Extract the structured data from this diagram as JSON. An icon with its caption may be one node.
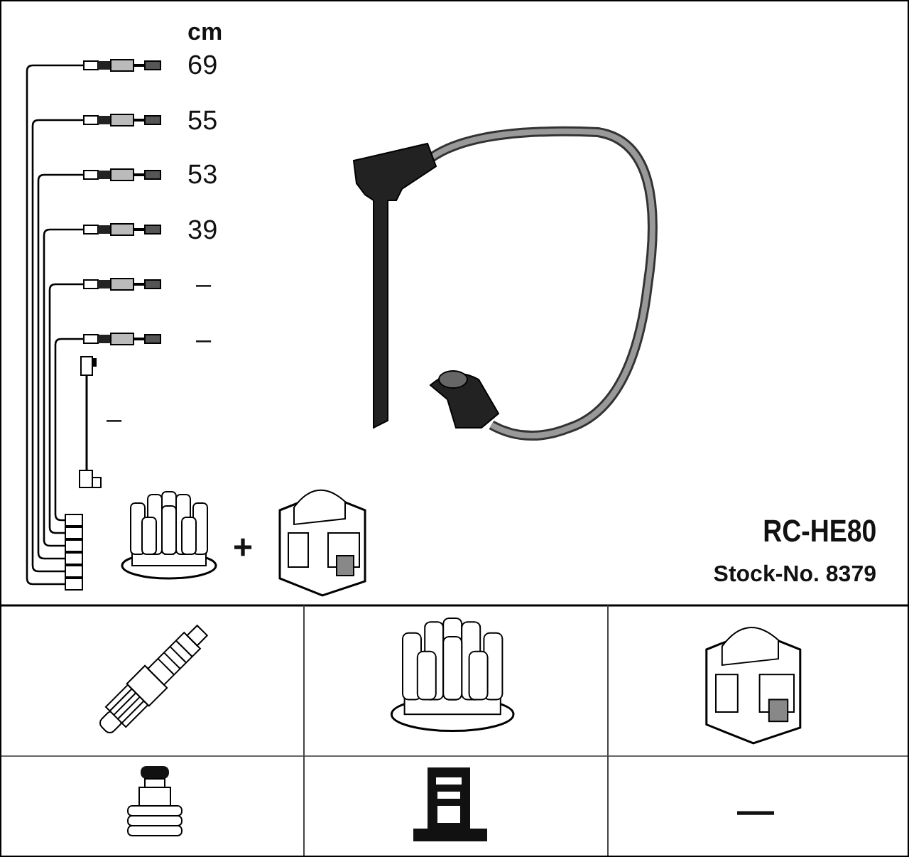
{
  "diagram": {
    "labels": [
      "cm",
      "69",
      "55",
      "53",
      "39",
      "–",
      "–",
      "–",
      "+",
      "RC-HE80",
      "Stock-No. 8379",
      "—"
    ]
  }
}
